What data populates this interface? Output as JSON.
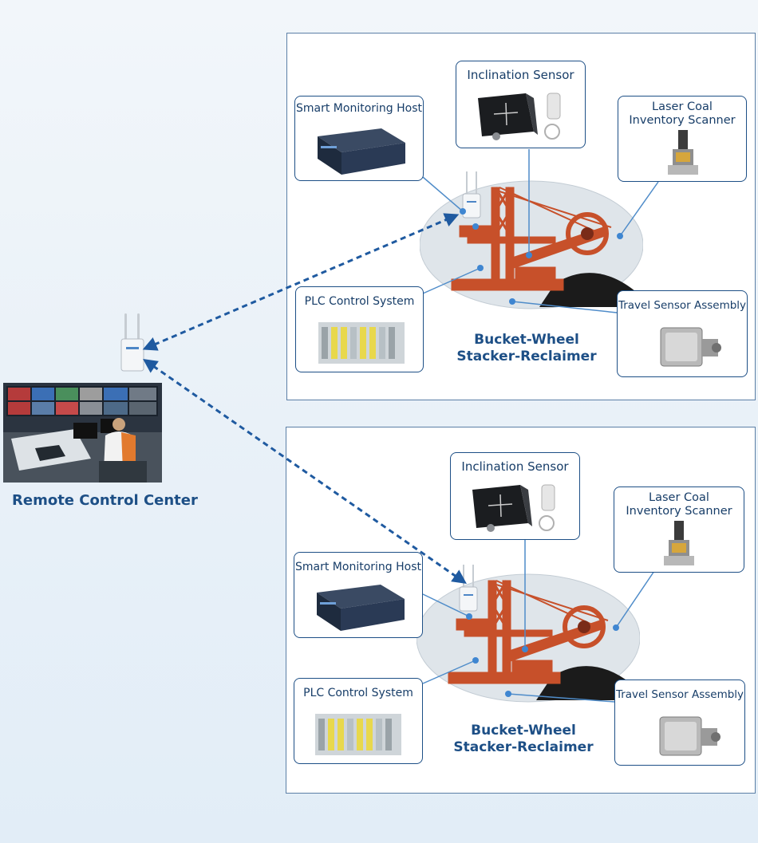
{
  "remote_center": {
    "label": "Remote Control Center"
  },
  "sites": [
    {
      "machine_label": "Bucket-Wheel\nStacker-Reclaimer",
      "devices": {
        "smart_host": "Smart Monitoring Host",
        "inclination": "Inclination Sensor",
        "laser": "Laser Coal\nInventory Scanner",
        "plc": "PLC Control System",
        "travel": "Travel Sensor Assembly"
      }
    },
    {
      "machine_label": "Bucket-Wheel\nStacker-Reclaimer",
      "devices": {
        "smart_host": "Smart Monitoring Host",
        "inclination": "Inclination Sensor",
        "laser": "Laser Coal\nInventory Scanner",
        "plc": "PLC Control System",
        "travel": "Travel Sensor Assembly"
      }
    }
  ],
  "colors": {
    "accent": "#1d4f86",
    "link": "#1f5aa0",
    "machine": "#c7502a"
  }
}
